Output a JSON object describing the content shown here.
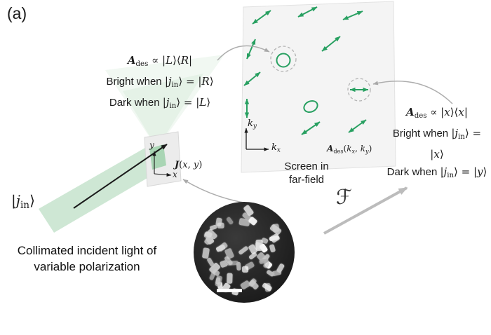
{
  "panel_label": "(a)",
  "colors": {
    "polarization_green": "#28a061",
    "beam_green": "#c9e4cf",
    "arrow_gray": "#a9a9a9",
    "screen_fill": "#f4f4f4",
    "sem_background": "#202020"
  },
  "left_annotation": {
    "line1": [
      {
        "c": "mbi",
        "t": "A"
      },
      {
        "c": "sub",
        "t": "des"
      },
      {
        "c": "m",
        "t": " ∝ |"
      },
      {
        "c": "mi",
        "t": "L"
      },
      {
        "c": "m",
        "t": "⟩⟨"
      },
      {
        "c": "mi",
        "t": "R"
      },
      {
        "c": "m",
        "t": "|"
      }
    ],
    "line2": [
      {
        "c": "t",
        "t": "Bright when "
      },
      {
        "c": "m",
        "t": "|"
      },
      {
        "c": "mi",
        "t": "j"
      },
      {
        "c": "sub",
        "t": "in"
      },
      {
        "c": "m",
        "t": "⟩ = |"
      },
      {
        "c": "mi",
        "t": "R"
      },
      {
        "c": "m",
        "t": "⟩"
      }
    ],
    "line3": [
      {
        "c": "t",
        "t": "Dark when "
      },
      {
        "c": "m",
        "t": "|"
      },
      {
        "c": "mi",
        "t": "j"
      },
      {
        "c": "sub",
        "t": "in"
      },
      {
        "c": "m",
        "t": "⟩ = |"
      },
      {
        "c": "mi",
        "t": "L"
      },
      {
        "c": "m",
        "t": "⟩"
      }
    ]
  },
  "right_annotation": {
    "line1": [
      {
        "c": "mbi",
        "t": "A"
      },
      {
        "c": "sub",
        "t": "des"
      },
      {
        "c": "m",
        "t": " ∝ |"
      },
      {
        "c": "mi",
        "t": "x"
      },
      {
        "c": "m",
        "t": "⟩⟨"
      },
      {
        "c": "mi",
        "t": "x"
      },
      {
        "c": "m",
        "t": "|"
      }
    ],
    "line2": [
      {
        "c": "t",
        "t": "Bright when "
      },
      {
        "c": "m",
        "t": "|"
      },
      {
        "c": "mi",
        "t": "j"
      },
      {
        "c": "sub",
        "t": "in"
      },
      {
        "c": "m",
        "t": "⟩ = |"
      },
      {
        "c": "mi",
        "t": "x"
      },
      {
        "c": "m",
        "t": "⟩"
      }
    ],
    "line3": [
      {
        "c": "t",
        "t": "Dark when "
      },
      {
        "c": "m",
        "t": "|"
      },
      {
        "c": "mi",
        "t": "j"
      },
      {
        "c": "sub",
        "t": "in"
      },
      {
        "c": "m",
        "t": "⟩ = |"
      },
      {
        "c": "mi",
        "t": "y"
      },
      {
        "c": "m",
        "t": "⟩"
      }
    ]
  },
  "screen": {
    "label_line1": "Screen in",
    "label_line2": "far-field",
    "ades_label": [
      {
        "c": "mbi",
        "t": "A"
      },
      {
        "c": "sub",
        "t": "des"
      },
      {
        "c": "m",
        "t": "("
      },
      {
        "c": "mi",
        "t": "k"
      },
      {
        "c": "subi",
        "t": "x"
      },
      {
        "c": "m",
        "t": ", "
      },
      {
        "c": "mi",
        "t": "k"
      },
      {
        "c": "subi",
        "t": "y"
      },
      {
        "c": "m",
        "t": ")"
      }
    ],
    "ky_label": [
      {
        "c": "mi",
        "t": "k"
      },
      {
        "c": "subi",
        "t": "y"
      }
    ],
    "kx_label": [
      {
        "c": "mi",
        "t": "k"
      },
      {
        "c": "subi",
        "t": "x"
      }
    ]
  },
  "incident": {
    "jin_label": [
      {
        "c": "m",
        "t": "|"
      },
      {
        "c": "mi",
        "t": "j"
      },
      {
        "c": "sub",
        "t": "in"
      },
      {
        "c": "m",
        "t": "⟩"
      }
    ],
    "jxy_label": [
      {
        "c": "mbi",
        "t": "J"
      },
      {
        "c": "m",
        "t": "("
      },
      {
        "c": "mi",
        "t": "x"
      },
      {
        "c": "m",
        "t": ", "
      },
      {
        "c": "mi",
        "t": "y"
      },
      {
        "c": "m",
        "t": ")"
      }
    ],
    "axis_y_label": [
      {
        "c": "mi",
        "t": "y"
      }
    ],
    "axis_x_label": [
      {
        "c": "mi",
        "t": "x"
      }
    ],
    "caption_line1": "Collimated incident light of",
    "caption_line2": "variable polarization"
  },
  "fourier_symbol": "ℱ",
  "sem": {
    "pillar_count": 58
  }
}
